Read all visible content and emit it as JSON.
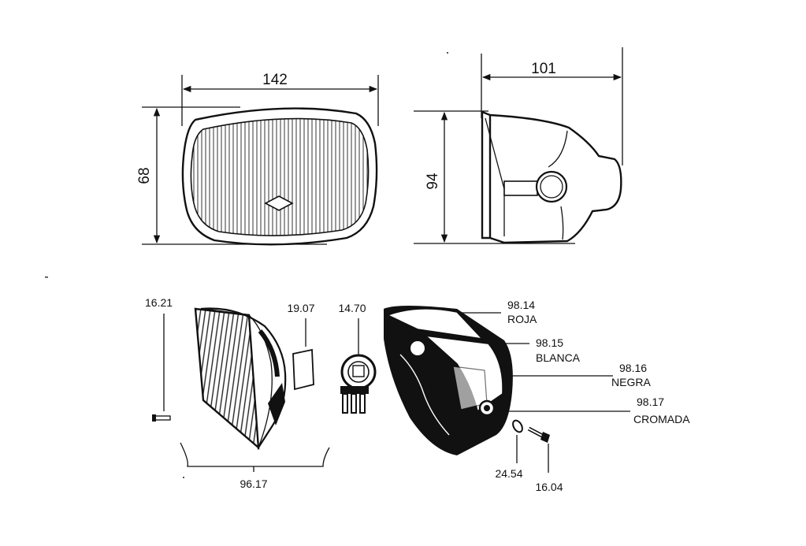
{
  "front_view": {
    "width_dimension": "142",
    "height_dimension": "68"
  },
  "side_view": {
    "depth_dimension": "101",
    "height_dimension": "94"
  },
  "parts": {
    "screw_small": "16.21",
    "lens_assembly": "96.17",
    "clip": "19.07",
    "bulb_holder": "14.70",
    "housing_red_code": "98.14",
    "housing_red_name": "ROJA",
    "housing_white_code": "98.15",
    "housing_white_name": "BLANCA",
    "housing_black_code": "98.16",
    "housing_black_name": "NEGRA",
    "housing_chrome_code": "98.17",
    "housing_chrome_name": "CROMADA",
    "washer": "24.54",
    "bolt": "16.04"
  }
}
